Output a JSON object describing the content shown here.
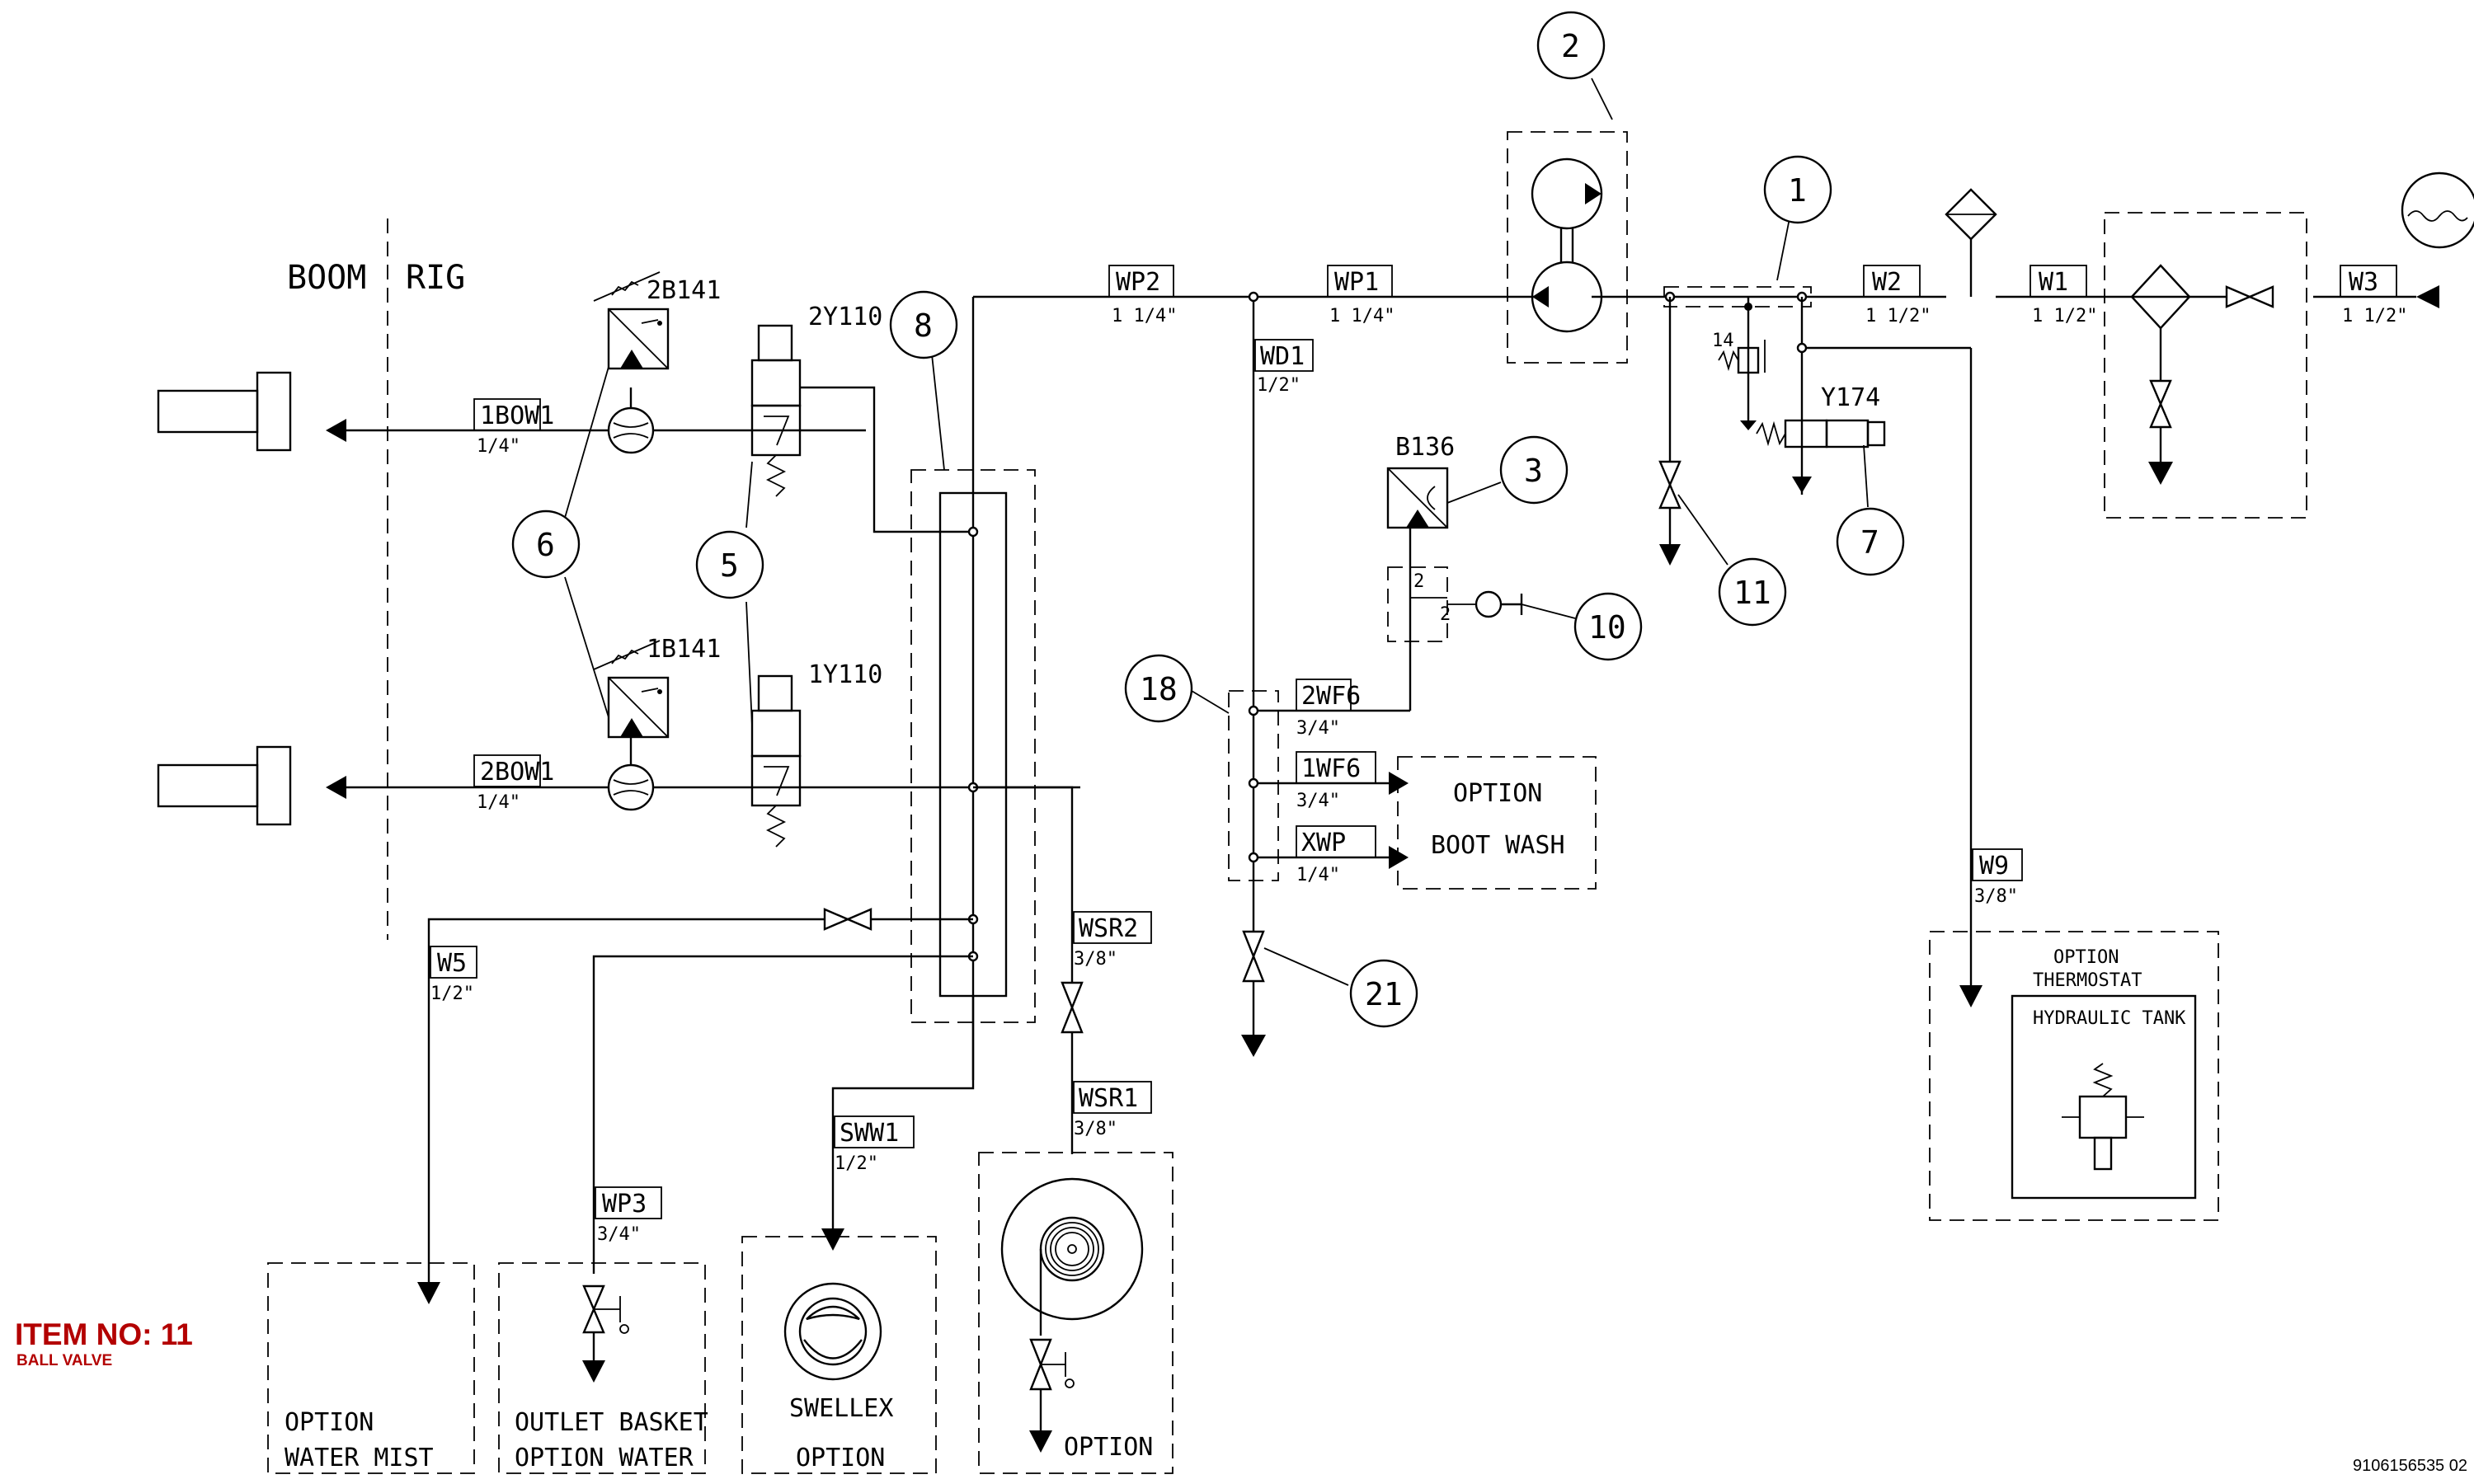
{
  "zones": {
    "left": "BOOM",
    "right": "RIG"
  },
  "hoses": [
    {
      "id": "WP2",
      "size": "1 1/4\""
    },
    {
      "id": "WP1",
      "size": "1 1/4\""
    },
    {
      "id": "W2",
      "size": "1 1/2\""
    },
    {
      "id": "W1",
      "size": "1 1/2\""
    },
    {
      "id": "W3",
      "size": "1 1/2\""
    },
    {
      "id": "WD1",
      "size": "1/2\""
    },
    {
      "id": "2WF6",
      "size": "3/4\""
    },
    {
      "id": "1WF6",
      "size": "3/4\""
    },
    {
      "id": "XWP",
      "size": "1/4\""
    },
    {
      "id": "1BOW1",
      "size": "1/4\""
    },
    {
      "id": "2BOW1",
      "size": "1/4\""
    },
    {
      "id": "WSR2",
      "size": "3/8\""
    },
    {
      "id": "WSR1",
      "size": "3/8\""
    },
    {
      "id": "W5",
      "size": "1/2\""
    },
    {
      "id": "WP3",
      "size": "3/4\""
    },
    {
      "id": "SWW1",
      "size": "1/2\""
    },
    {
      "id": "W9",
      "size": "3/8\""
    }
  ],
  "components": {
    "pressure_switch_top": "2B141",
    "pressure_switch_bottom": "1B141",
    "valve_top": "2Y110",
    "valve_bottom": "1Y110",
    "sensor": "B136",
    "solenoid": "Y174",
    "port14": "14",
    "port2a": "2",
    "port2b": "2"
  },
  "callouts": [
    "1",
    "2",
    "3",
    "5",
    "6",
    "7",
    "8",
    "10",
    "11",
    "18",
    "21"
  ],
  "options": {
    "boot_wash_line1": "OPTION",
    "boot_wash_line2": "BOOT WASH",
    "thermostat_line1": "OPTION",
    "thermostat_line2": "THERMOSTAT",
    "hydraulic_tank": "HYDRAULIC TANK",
    "water_mist_line1": "OPTION",
    "water_mist_line2": "WATER MIST",
    "outlet_basket_line1": "OUTLET BASKET",
    "outlet_basket_line2": "OPTION WATER",
    "swellex_line1": "SWELLEX",
    "swellex_line2": "OPTION",
    "reel_option": "OPTION"
  },
  "item": {
    "title": "ITEM NO: 11",
    "subtitle": "BALL VALVE"
  },
  "doc_number": "9106156535 02",
  "colors": {
    "line": "#000000",
    "item_label": "#b30000",
    "background": "#ffffff"
  },
  "icons": [
    "arrow-left-icon",
    "arrow-down-icon",
    "ball-valve-icon",
    "pump-icon",
    "filter-icon",
    "water-source-icon",
    "check-valve-icon",
    "hose-reel-icon",
    "swellex-icon",
    "spring-icon"
  ]
}
